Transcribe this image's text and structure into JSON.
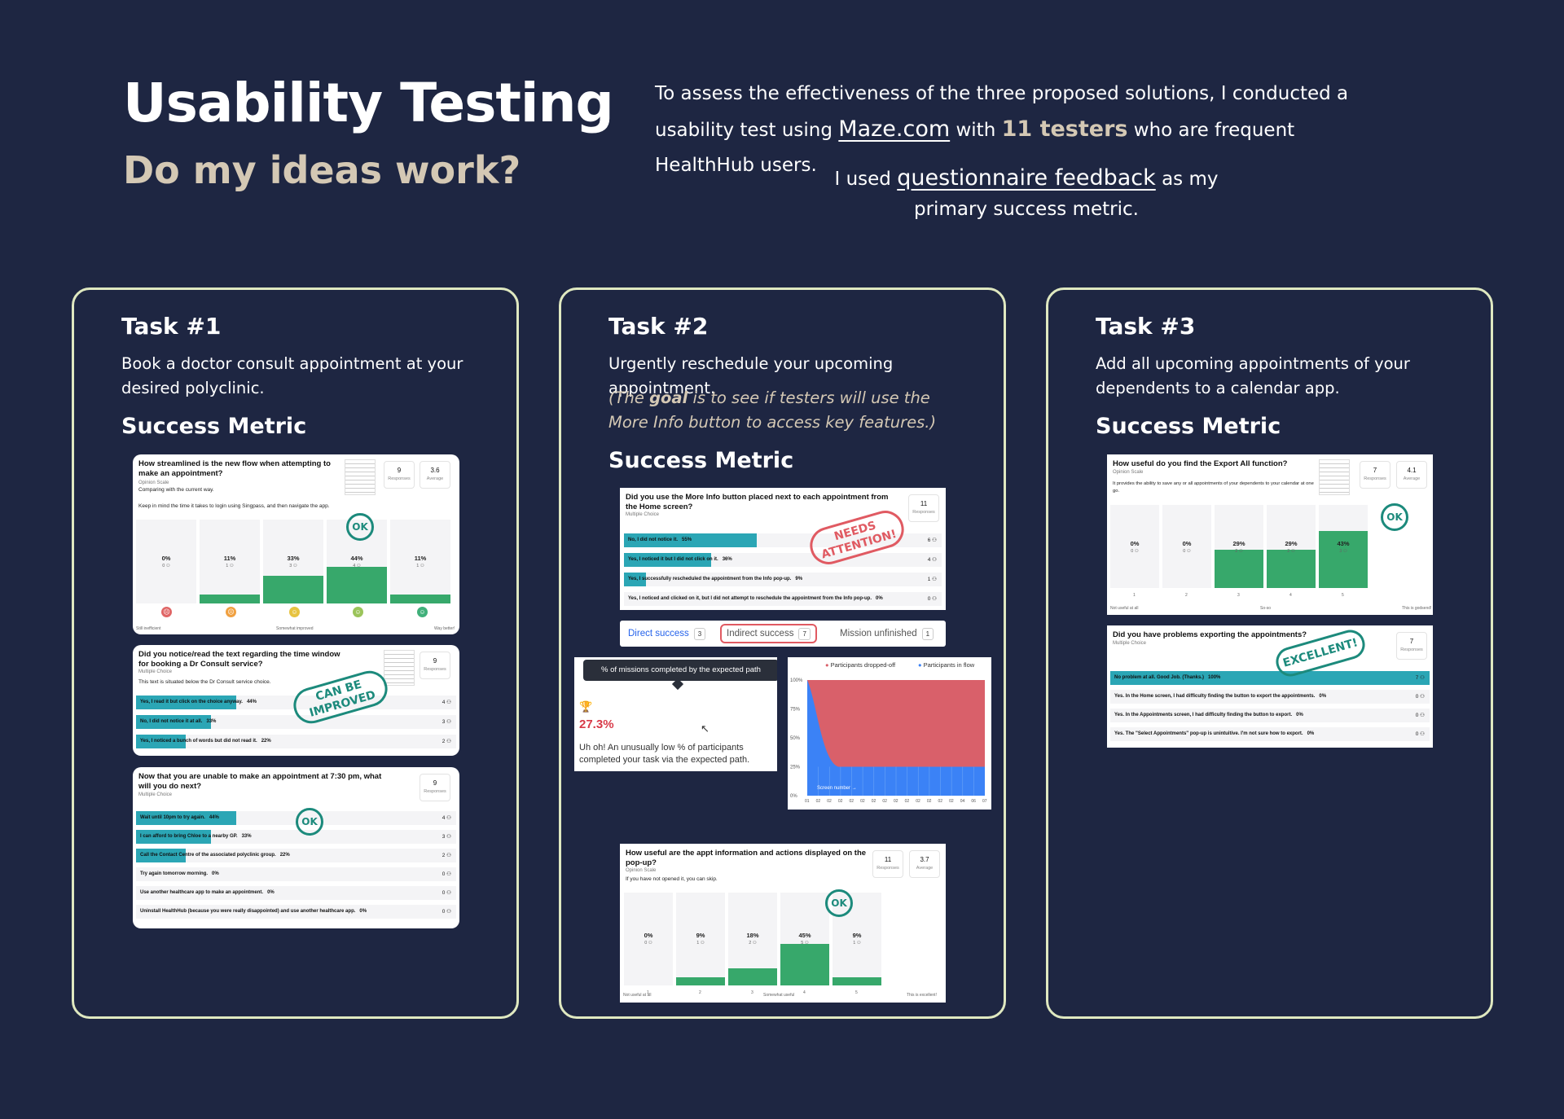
{
  "header": {
    "title": "Usability Testing",
    "subtitle": "Do my ideas work?",
    "intro_pre": "To assess the effectiveness of the three proposed solutions, I conducted a usability test using ",
    "intro_link": "Maze.com",
    "intro_mid": " with ",
    "intro_bold": "11 testers",
    "intro_post": " who are frequent HealthHub users.",
    "metric_pre": "I used ",
    "metric_link": "questionnaire feedback",
    "metric_post": " as my primary success metric."
  },
  "task1": {
    "title": "Task #1",
    "desc": "Book a doctor consult appointment at your desired polyclinic.",
    "metric_heading": "Success Metric",
    "q1": {
      "question": "How streamlined is the new flow when attempting to make an appointment?",
      "type": "Opinion Scale",
      "note1": "Comparing with the current way.",
      "note2": "Keep in mind the time it takes to login using Singpass, and then navigate the app.",
      "responses": "9",
      "responses_label": "Responses",
      "average": "3.6",
      "average_label": "Average",
      "stamp": "OK",
      "columns": [
        {
          "pct": "0%",
          "cnt": "0",
          "value": 0
        },
        {
          "pct": "11%",
          "cnt": "1",
          "value": 11
        },
        {
          "pct": "33%",
          "cnt": "3",
          "value": 33
        },
        {
          "pct": "44%",
          "cnt": "4",
          "value": 44
        },
        {
          "pct": "11%",
          "cnt": "1",
          "value": 11
        }
      ],
      "scale_low": "Still inefficient",
      "scale_mid": "Somewhat improved",
      "scale_high": "Way better!"
    },
    "q2": {
      "question": "Did you notice/read the text regarding the time window for booking a Dr Consult service?",
      "type": "Multiple Choice",
      "note1": "This text is situated below the Dr Consult service choice.",
      "responses": "9",
      "responses_label": "Responses",
      "stamp": "CAN BE IMPROVED",
      "options": [
        {
          "label": "Yes, I read it but click on the choice anyway.",
          "pct": "44%",
          "count": "4",
          "value": 44
        },
        {
          "label": "No, I did not notice it at all.",
          "pct": "33%",
          "count": "3",
          "value": 33
        },
        {
          "label": "Yes, I noticed a bunch of words but did not read it.",
          "pct": "22%",
          "count": "2",
          "value": 22
        }
      ]
    },
    "q3": {
      "question": "Now that you are unable to make an appointment at 7:30 pm, what will you do next?",
      "type": "Multiple Choice",
      "responses": "9",
      "responses_label": "Responses",
      "stamp": "OK",
      "options": [
        {
          "label": "Wait until 10pm to try again.",
          "pct": "44%",
          "count": "4",
          "value": 44
        },
        {
          "label": "I can afford to bring Chloe to a nearby GP.",
          "pct": "33%",
          "count": "3",
          "value": 33
        },
        {
          "label": "Call the Contact Centre of the associated polyclinic group.",
          "pct": "22%",
          "count": "2",
          "value": 22
        },
        {
          "label": "Try again tomorrow morning.",
          "pct": "0%",
          "count": "0",
          "value": 0
        },
        {
          "label": "Use another healthcare app to make an appointment.",
          "pct": "0%",
          "count": "0",
          "value": 0
        },
        {
          "label": "Uninstall HealthHub (because you were really disappointed) and use another healthcare app.",
          "pct": "0%",
          "count": "0",
          "value": 0
        }
      ]
    }
  },
  "task2": {
    "title": "Task #2",
    "desc": "Urgently reschedule your upcoming appointment.",
    "note_pre": "(The ",
    "note_bold": "goal",
    "note_post": " is to see if testers will use the More Info button to access key features.)",
    "metric_heading": "Success Metric",
    "q1": {
      "question": "Did you use the More Info button placed next to each appointment from the Home screen?",
      "type": "Multiple Choice",
      "responses": "11",
      "responses_label": "Responses",
      "stamp": "NEEDS ATTENTION!",
      "options": [
        {
          "label": "No, I did not notice it.",
          "pct": "55%",
          "count": "6",
          "value": 55
        },
        {
          "label": "Yes, I noticed it but I did not click on it.",
          "pct": "36%",
          "count": "4",
          "value": 36
        },
        {
          "label": "Yes, I successfully rescheduled the appointment from the Info pop-up.",
          "pct": "9%",
          "count": "1",
          "value": 9
        },
        {
          "label": "Yes, I noticed and clicked on it, but I did not attempt to reschedule the appointment from the Info pop-up.",
          "pct": "0%",
          "count": "0",
          "value": 0
        }
      ]
    },
    "tabs": [
      {
        "label": "Direct success",
        "count": "3"
      },
      {
        "label": "Indirect success",
        "count": "7"
      },
      {
        "label": "Mission unfinished",
        "count": "1"
      }
    ],
    "mission": {
      "tooltip": "% of missions completed by the expected path",
      "value": "27.3%",
      "text": "Uh oh! An unusually low % of participants completed your task via the expected path."
    },
    "chart_data": {
      "type": "area",
      "series": [
        {
          "name": "Participants dropped-off",
          "color": "#d9606a"
        },
        {
          "name": "Participants in flow",
          "color": "#3b82f6"
        }
      ],
      "y_ticks": [
        "100%",
        "75%",
        "50%",
        "25%",
        "0%"
      ],
      "x_ticks": [
        "01",
        "02",
        "02",
        "02",
        "02",
        "02",
        "02",
        "02",
        "02",
        "02",
        "02",
        "02",
        "02",
        "02",
        "04",
        "06",
        "07"
      ],
      "x_note": "Screen number →",
      "in_flow_percent": [
        100,
        25,
        25,
        25,
        25,
        25,
        25,
        25,
        25,
        25,
        25,
        25,
        25,
        25,
        25,
        25,
        25
      ]
    },
    "q2": {
      "question": "How useful are the appt information and actions displayed on the pop-up?",
      "type": "Opinion Scale",
      "note1": "If you have not opened it, you can skip.",
      "responses": "11",
      "responses_label": "Responses",
      "average": "3.7",
      "average_label": "Average",
      "stamp": "OK",
      "columns": [
        {
          "pct": "0%",
          "cnt": "0",
          "value": 0,
          "x": "1"
        },
        {
          "pct": "9%",
          "cnt": "1",
          "value": 9,
          "x": "2"
        },
        {
          "pct": "18%",
          "cnt": "2",
          "value": 18,
          "x": "3"
        },
        {
          "pct": "45%",
          "cnt": "5",
          "value": 45,
          "x": "4"
        },
        {
          "pct": "9%",
          "cnt": "1",
          "value": 9,
          "x": "5"
        }
      ],
      "scale_low": "Not useful at all",
      "scale_mid": "Somewhat useful",
      "scale_high": "This is excellent!"
    }
  },
  "task3": {
    "title": "Task #3",
    "desc": "Add all upcoming appointments of your dependents to a calendar app.",
    "metric_heading": "Success Metric",
    "q1": {
      "question": "How useful do you find the Export All function?",
      "type": "Opinion Scale",
      "note1": "It provides the ability to save any or all appointments of your dependents to your calendar at one go.",
      "responses": "7",
      "responses_label": "Responses",
      "average": "4.1",
      "average_label": "Average",
      "stamp": "OK",
      "columns": [
        {
          "pct": "0%",
          "cnt": "0",
          "value": 0,
          "x": "1"
        },
        {
          "pct": "0%",
          "cnt": "0",
          "value": 0,
          "x": "2"
        },
        {
          "pct": "29%",
          "cnt": "2",
          "value": 29,
          "x": "3"
        },
        {
          "pct": "29%",
          "cnt": "2",
          "value": 29,
          "x": "4"
        },
        {
          "pct": "43%",
          "cnt": "3",
          "value": 43,
          "x": "5"
        }
      ],
      "scale_low": "Not useful at all",
      "scale_mid": "So-so",
      "scale_high": "This is godsend!"
    },
    "q2": {
      "question": "Did you have problems exporting the appointments?",
      "type": "Multiple Choice",
      "responses": "7",
      "responses_label": "Responses",
      "stamp": "EXCELLENT!",
      "options": [
        {
          "label": "No problem at all. Good Job. (Thanks.)",
          "pct": "100%",
          "count": "7",
          "value": 100
        },
        {
          "label": "Yes. In the Home screen, I had difficulty finding the button to export the appointments.",
          "pct": "0%",
          "count": "0",
          "value": 0
        },
        {
          "label": "Yes. In the Appointments screen, I had difficulty finding the button to export.",
          "pct": "0%",
          "count": "0",
          "value": 0
        },
        {
          "label": "Yes. The \"Select Appointments\" pop-up is unintuitive. I'm not sure how to export.",
          "pct": "0%",
          "count": "0",
          "value": 0
        }
      ]
    }
  }
}
